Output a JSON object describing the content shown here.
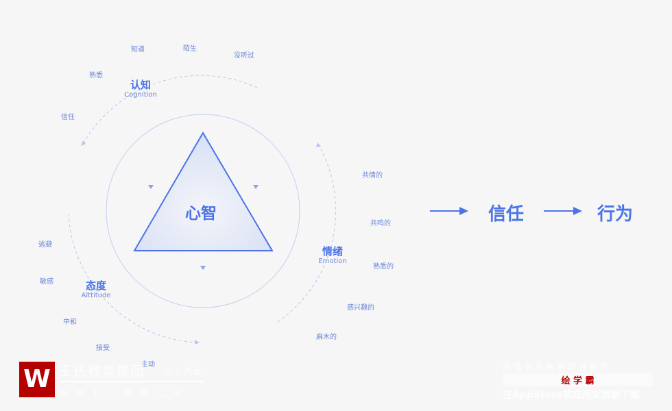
{
  "center": "心智",
  "sections": [
    {
      "title": "认知",
      "sub": "Cognition",
      "items": [
        "知道",
        "陌生",
        "没听过",
        "熟悉",
        "信任"
      ]
    },
    {
      "title": "情绪",
      "sub": "Emotion",
      "items": [
        "共情的",
        "共鸣的",
        "熟悉的",
        "感兴趣的",
        "麻木的"
      ]
    },
    {
      "title": "态度",
      "sub": "Alttitude",
      "items": [
        "逃避",
        "敏感",
        "中和",
        "接受",
        "主动"
      ]
    }
  ],
  "flow": [
    "信任",
    "行为"
  ],
  "watermark_left": {
    "name": "王氏教育集团",
    "slogan": "以人为本",
    "since": "始 创 于 二 零 零 二 年"
  },
  "watermark_right": {
    "line1": "获 得 更 多 免 费 精 品 教 程",
    "brand": "绘 学 霸",
    "line3": "在AppStore或应用宝搜索下载"
  },
  "colors": {
    "accent": "#4a74e8",
    "brand_red": "#b50000"
  }
}
